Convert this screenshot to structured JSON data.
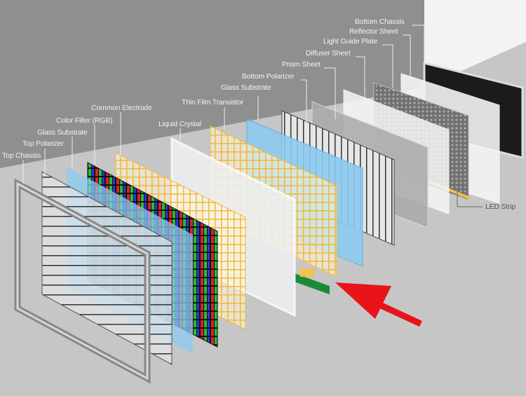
{
  "labels": {
    "bottom_chassis": "Bottom Chassis",
    "reflector_sheet": "Reflector Sheet",
    "light_guide_plate": "Light Guide Plate",
    "diffuser_sheet": "Diffuser Sheet",
    "prism_sheet": "Prism Sheet",
    "bottom_polarizer": "Bottom Polarizer",
    "glass_substrate_bottom": "Glass Substrate",
    "thin_film_transistor": "Thin Film Transistor",
    "common_electrode": "Common Electrode",
    "liquid_crystal": "Liquid Crystal",
    "color_filter": "Color Filter (RGB)",
    "glass_substrate_top": "Glass Substrate",
    "top_polarizer": "Top Polarizer",
    "top_chassis": "Top Chassis",
    "led_strip": "LED Strip"
  },
  "colors": {
    "wall": "#8f8f8f",
    "floor": "#c6c6c6",
    "arrow": "#e8141a",
    "grid_yellow": "#f2c24a",
    "glass_blue": "#7fc4ee"
  }
}
